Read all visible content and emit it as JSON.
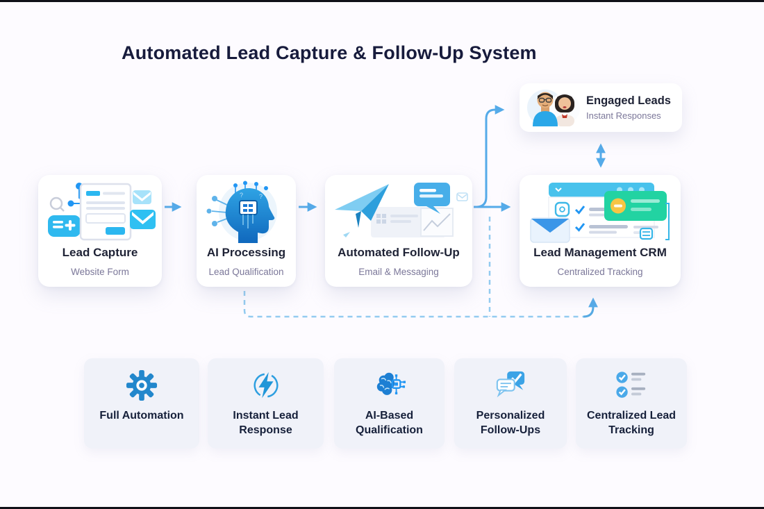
{
  "title": "Automated Lead Capture & Follow-Up System",
  "flow": {
    "steps": [
      {
        "title": "Lead Capture",
        "subtitle": "Website Form",
        "icon": "website-form-illustration"
      },
      {
        "title": "AI Processing",
        "subtitle": "Lead Qualification",
        "icon": "ai-head-illustration"
      },
      {
        "title": "Automated Follow-Up",
        "subtitle": "Email & Messaging",
        "icon": "paper-plane-illustration"
      },
      {
        "title": "Lead Management CRM",
        "subtitle": "Centralized Tracking",
        "icon": "crm-dashboard-illustration"
      }
    ],
    "engaged": {
      "title": "Engaged Leads",
      "subtitle": "Instant Responses",
      "icon": "people-avatars"
    },
    "connectors": [
      "lead-capture to ai-processing (solid arrow)",
      "ai-processing to automated-follow-up (solid arrow)",
      "automated-follow-up to lead-management-crm (solid arrow)",
      "automated-follow-up branch up to engaged-leads (solid arrow)",
      "engaged-leads to/from lead-management-crm (double arrow)",
      "ai-processing dashed feedback loop to lead-management-crm (dashed arrow)"
    ]
  },
  "features": [
    {
      "label": "Full Automation",
      "icon": "gear-icon"
    },
    {
      "label": "Instant Lead Response",
      "icon": "lightning-icon"
    },
    {
      "label": "AI-Based Qualification",
      "icon": "brain-circuit-icon"
    },
    {
      "label": "Personalized Follow-Ups",
      "icon": "chat-check-icon"
    },
    {
      "label": "Centralized Lead Tracking",
      "icon": "checklist-icon"
    }
  ],
  "colors": {
    "background": "#fdfbff",
    "accent_blue": "#55abe9",
    "icon_blue": "#2186c9",
    "dashed_blue": "#93cbf0",
    "title_navy": "#171b3c",
    "subtitle_muted": "#7b7799",
    "green_card": "#22d3a2",
    "yellow_dot": "#f7c543"
  }
}
